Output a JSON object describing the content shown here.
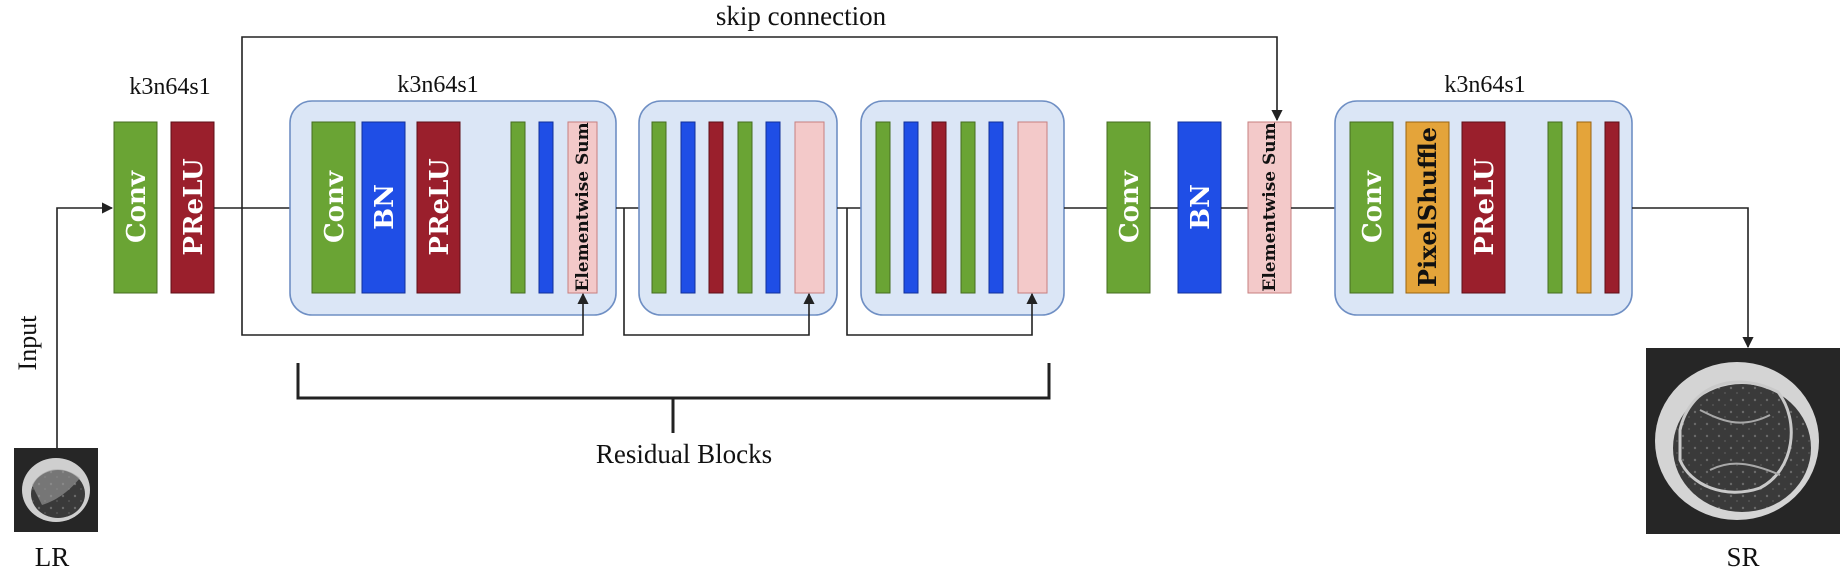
{
  "colors": {
    "conv": "#6aa434",
    "bn": "#1f4ee6",
    "prelu": "#9a1f2c",
    "pixelshuffle": "#e4a43a",
    "elementwise_sum": "#f3c9c9",
    "group_fill": "#dbe6f6",
    "group_border": "#6f8fc4"
  },
  "labels": {
    "skip_connection": "skip connection",
    "residual_blocks": "Residual Blocks",
    "input": "Input",
    "lr": "LR",
    "sr": "SR",
    "k_first": "k3n64s1",
    "k_residual": "k3n64s1",
    "k_upsample": "k3n64s1"
  },
  "blocks": {
    "conv": "Conv",
    "prelu": "PReLU",
    "bn": "BN",
    "elementwise_sum": "Elementwise Sum",
    "pixelshuffle": "PixelShuffle"
  }
}
